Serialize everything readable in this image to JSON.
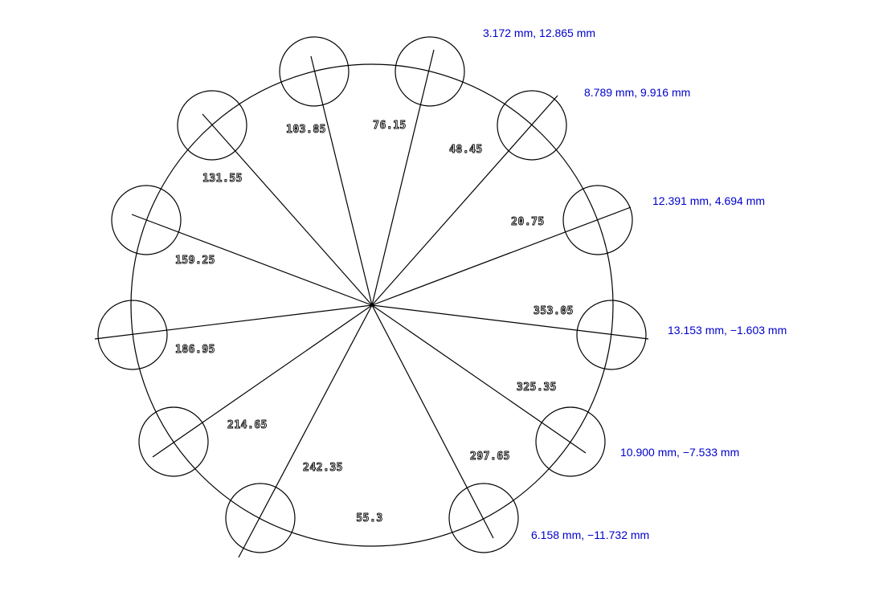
{
  "diagram": {
    "line_color": "#000000",
    "coord_color": "#0000cc",
    "angle_labels": [
      "103.85",
      "76.15",
      "48.45",
      "131.55",
      "20.75",
      "159.25",
      "353.05",
      "186.95",
      "325.35",
      "214.65",
      "297.65",
      "242.35",
      "55.3"
    ],
    "coordinate_labels": [
      "3.172 mm, 12.865 mm",
      "8.789 mm, 9.916 mm",
      "12.391 mm, 4.694 mm",
      "13.153 mm, −1.603 mm",
      "10.900 mm, −7.533 mm",
      "6.158 mm, −11.732 mm"
    ]
  }
}
